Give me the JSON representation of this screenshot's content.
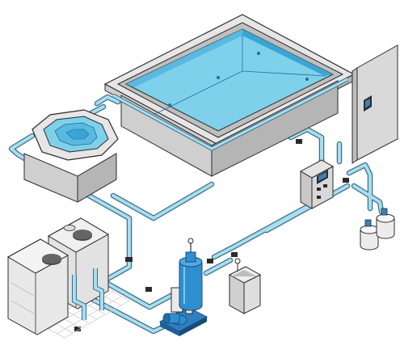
{
  "diagram": {
    "subject": "",
    "colors": {
      "water": "#7fd0ea",
      "water_deep": "#4fb6dc",
      "pipe": "#a9ddf0",
      "pipe_edge": "#3b6f86",
      "stone": "#e6e6e6",
      "stone_shade": "#cfcfcf",
      "stone_dark": "#b5b5b5",
      "outline": "#2b2b2b",
      "filter_body": "#2e8fd0",
      "pump_base": "#2f7fc0",
      "grid": "#cfcfcf",
      "panel_screen": "#3c7fb8"
    },
    "components": [
      {
        "id": "pool",
        "icon": "pool-icon"
      },
      {
        "id": "hot-tub",
        "icon": "hot-tub-icon"
      },
      {
        "id": "wall-panel",
        "icon": "wall-panel-icon"
      },
      {
        "id": "control-box",
        "icon": "control-box-icon"
      },
      {
        "id": "chemical-dosing-tanks",
        "icon": "chemical-tank-icon"
      },
      {
        "id": "balance-tanks",
        "icon": "balance-tank-icon"
      },
      {
        "id": "sand-filter",
        "icon": "sand-filter-icon"
      },
      {
        "id": "circulation-pump",
        "icon": "pump-icon"
      },
      {
        "id": "heat-exchanger",
        "icon": "heat-exchanger-icon"
      }
    ]
  }
}
